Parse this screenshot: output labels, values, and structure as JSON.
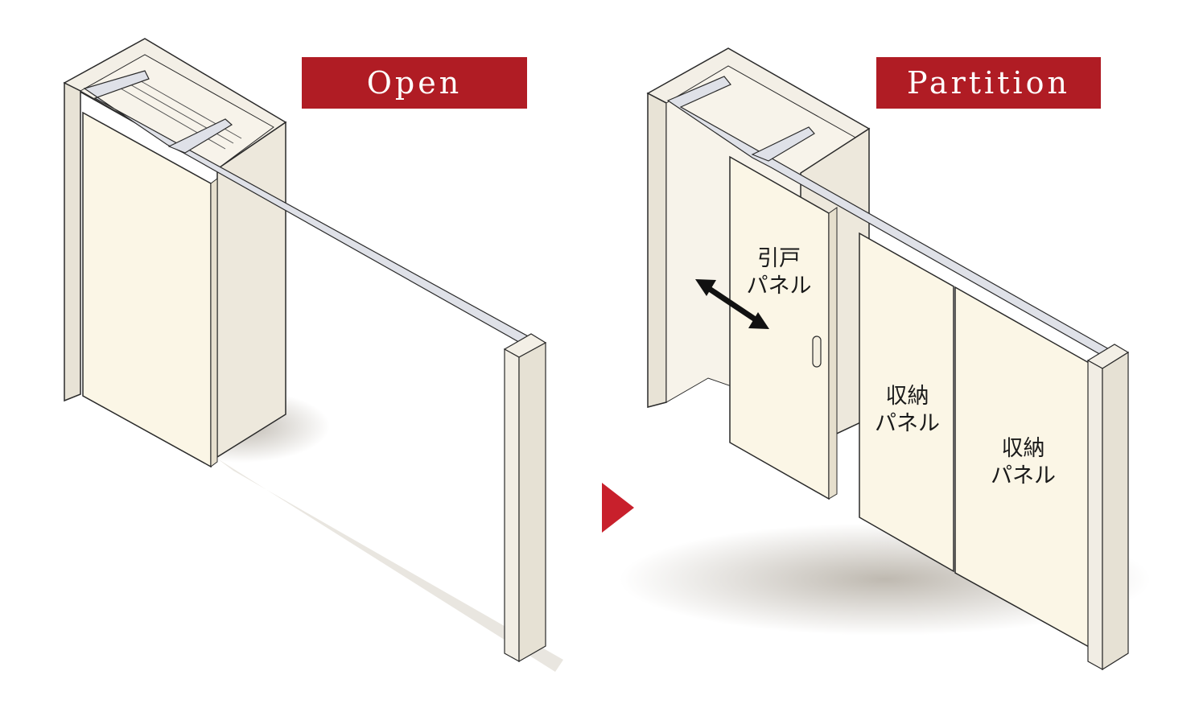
{
  "banners": {
    "open": "Open",
    "partition": "Partition"
  },
  "labels": {
    "sliding_door_line1": "引戸",
    "sliding_door_line2": "パネル",
    "storage_a_line1": "収納",
    "storage_a_line2": "パネル",
    "storage_b_line1": "収納",
    "storage_b_line2": "パネル"
  },
  "colors": {
    "banner": "#b01c24",
    "arrow": "#c8202c",
    "panel": "#fbf6e6",
    "frame": "#f1ede4",
    "rail": "#dfe1e8",
    "outline": "#2a2a2a"
  },
  "icons": {
    "transition": "triangle-right-icon",
    "slide": "double-arrow-icon"
  }
}
